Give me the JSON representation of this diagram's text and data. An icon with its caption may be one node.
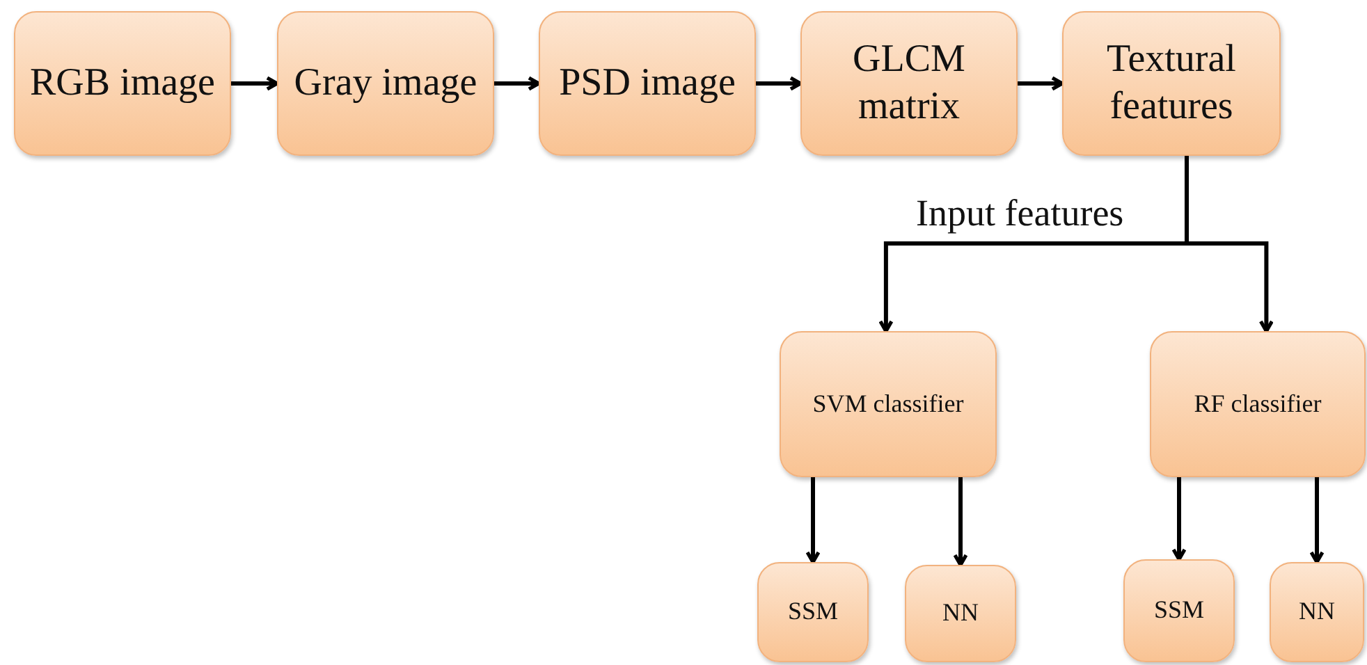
{
  "diagram": {
    "nodes": [
      {
        "text": [
          "RGB image"
        ]
      },
      {
        "text": [
          "Gray image"
        ]
      },
      {
        "text": [
          "PSD image"
        ]
      },
      {
        "text": [
          "GLCM matrix"
        ]
      },
      {
        "text": [
          "Textural features"
        ]
      },
      {
        "text": [
          "SVM classifier"
        ]
      },
      {
        "text": [
          "RF classifier"
        ]
      },
      {
        "text": [
          "SSM"
        ]
      },
      {
        "text": [
          "NN"
        ]
      },
      {
        "text": [
          "SSM"
        ]
      },
      {
        "text": [
          "NN"
        ]
      }
    ],
    "edges": [
      {
        "from": 0,
        "to": 1,
        "arrow": "to"
      },
      {
        "from": 1,
        "to": 2,
        "arrow": "to"
      },
      {
        "from": 2,
        "to": 3,
        "arrow": "to"
      },
      {
        "from": 3,
        "to": 4,
        "arrow": "to"
      },
      {
        "from": 4,
        "to": 5,
        "arrow": "to",
        "label": "Input features"
      },
      {
        "from": 4,
        "to": 6,
        "arrow": "to"
      },
      {
        "from": 5,
        "to": 7,
        "arrow": "to"
      },
      {
        "from": 5,
        "to": 8,
        "arrow": "to"
      },
      {
        "from": 6,
        "to": 9,
        "arrow": "to"
      },
      {
        "from": 6,
        "to": 10,
        "arrow": "to"
      }
    ]
  }
}
